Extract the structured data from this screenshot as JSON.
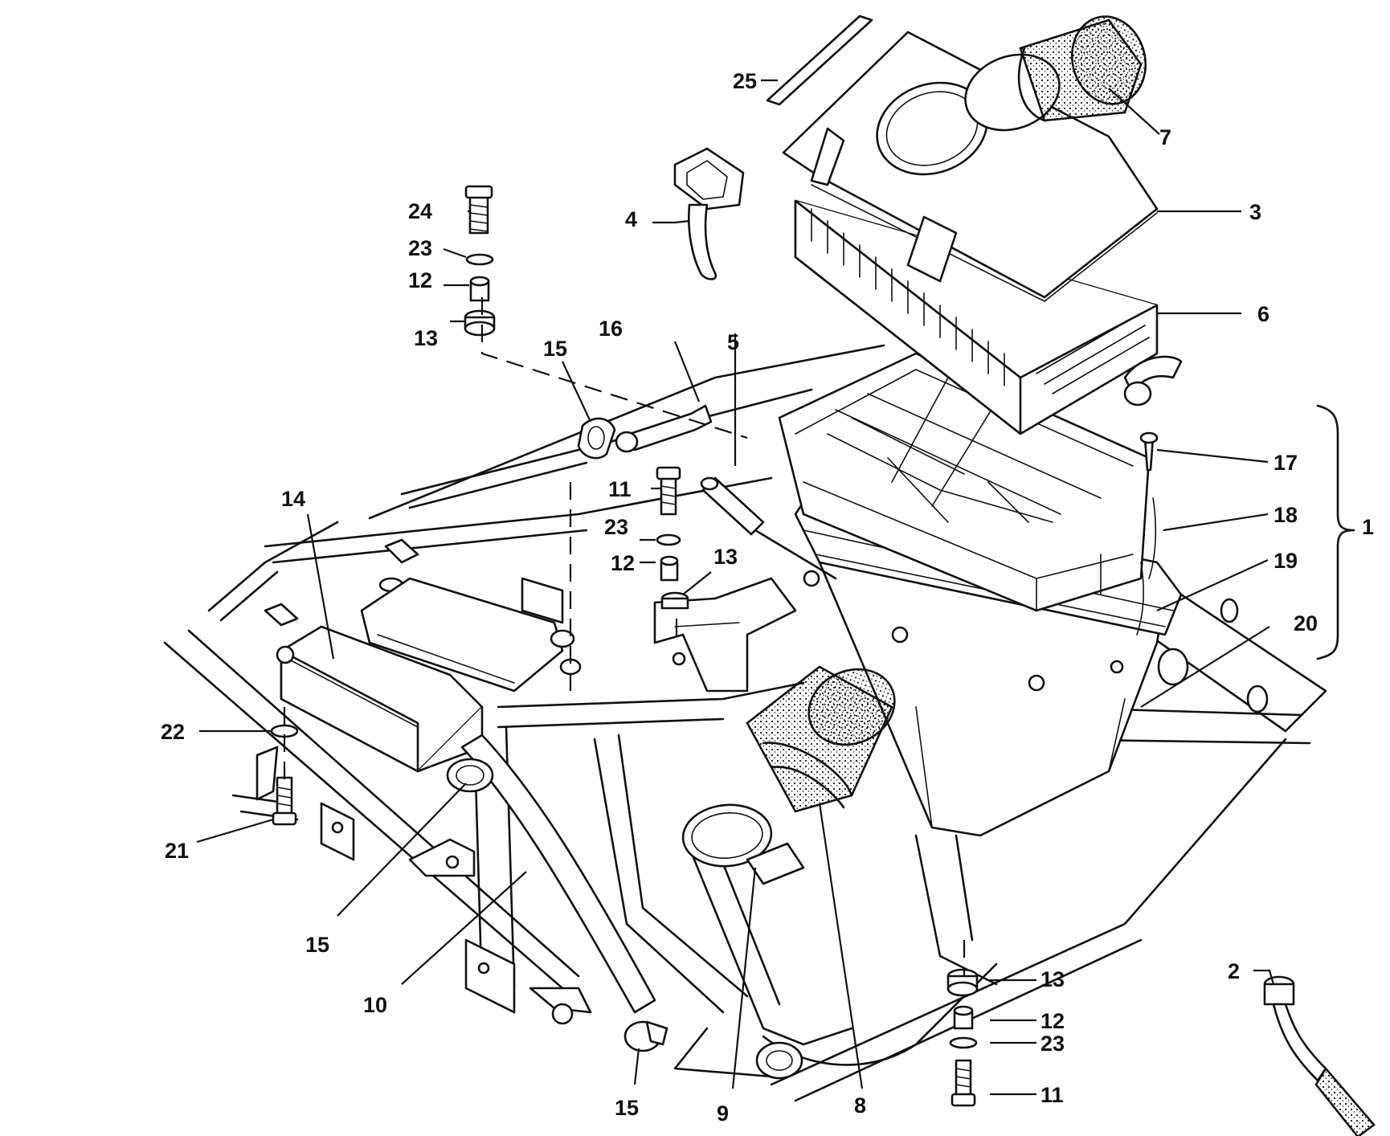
{
  "diagram": {
    "callouts": {
      "c1": "1",
      "c2": "2",
      "c3": "3",
      "c4": "4",
      "c5": "5",
      "c6": "6",
      "c7": "7",
      "c8": "8",
      "c9": "9",
      "c10": "10",
      "c11a": "11",
      "c11b": "11",
      "c12a": "12",
      "c12b": "12",
      "c12c": "12",
      "c13a": "13",
      "c13b": "13",
      "c13c": "13",
      "c14": "14",
      "c15a": "15",
      "c15b": "15",
      "c15c": "15",
      "c16": "16",
      "c17": "17",
      "c18": "18",
      "c19": "19",
      "c20": "20",
      "c21": "21",
      "c22": "22",
      "c23a": "23",
      "c23b": "23",
      "c23c": "23",
      "c24": "24",
      "c25": "25"
    }
  }
}
